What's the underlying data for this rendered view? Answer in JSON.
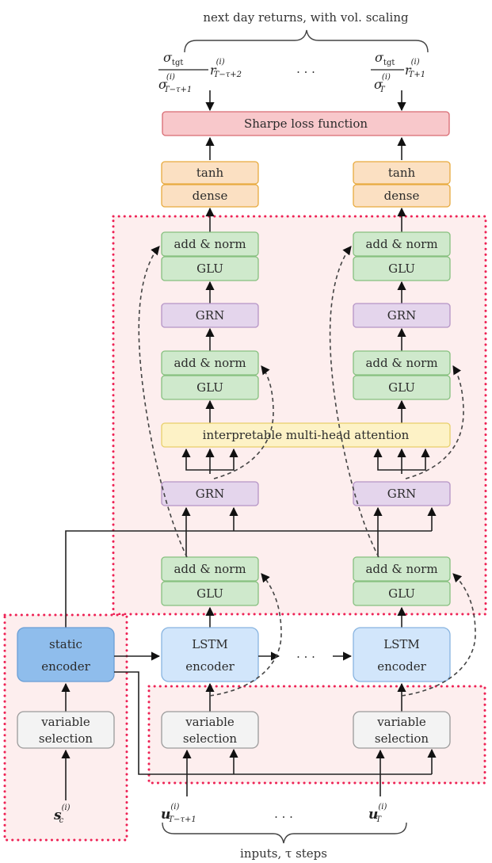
{
  "diagram": {
    "top_caption": "next day returns, with vol. scaling",
    "bottom_caption": "inputs, τ steps",
    "ellipsis": "· · ·",
    "targets": {
      "left": {
        "num": "σ",
        "num_sub": "tgt",
        "den": "σ",
        "den_sup": "(i)",
        "den_sub": "T−τ+1",
        "r": "r",
        "r_sup": "(i)",
        "r_sub": "T−τ+2"
      },
      "right": {
        "num": "σ",
        "num_sub": "tgt",
        "den": "σ",
        "den_sup": "(i)",
        "den_sub": "T",
        "r": "r",
        "r_sup": "(i)",
        "r_sub": "T+1"
      }
    },
    "inputs": {
      "static": {
        "base": "s",
        "sup": "(i)",
        "sub": "c"
      },
      "left": {
        "base": "u",
        "sup": "(i)",
        "sub": "T−τ+1"
      },
      "right": {
        "base": "u",
        "sup": "(i)",
        "sub": "T"
      }
    },
    "blocks": {
      "sharpe_loss": "Sharpe loss function",
      "tanh": "tanh",
      "dense": "dense",
      "add_norm": "add & norm",
      "glu": "GLU",
      "grn": "GRN",
      "attention": "interpretable multi-head attention",
      "static_encoder": [
        "static",
        "encoder"
      ],
      "lstm_encoder": [
        "LSTM",
        "encoder"
      ],
      "variable_selection": [
        "variable",
        "selection"
      ]
    },
    "colors": {
      "loss": "#f8c8cb",
      "output": "#fbe0c2",
      "gate": "#cfe9cc",
      "grn": "#e4d5ec",
      "attention": "#fdf2c6",
      "static_encoder": "#8fbdec",
      "lstm": "#d2e6fb",
      "selection": "#f3f3f3",
      "region_border": "#ee2255",
      "region_fill": "#fdeeee"
    }
  }
}
